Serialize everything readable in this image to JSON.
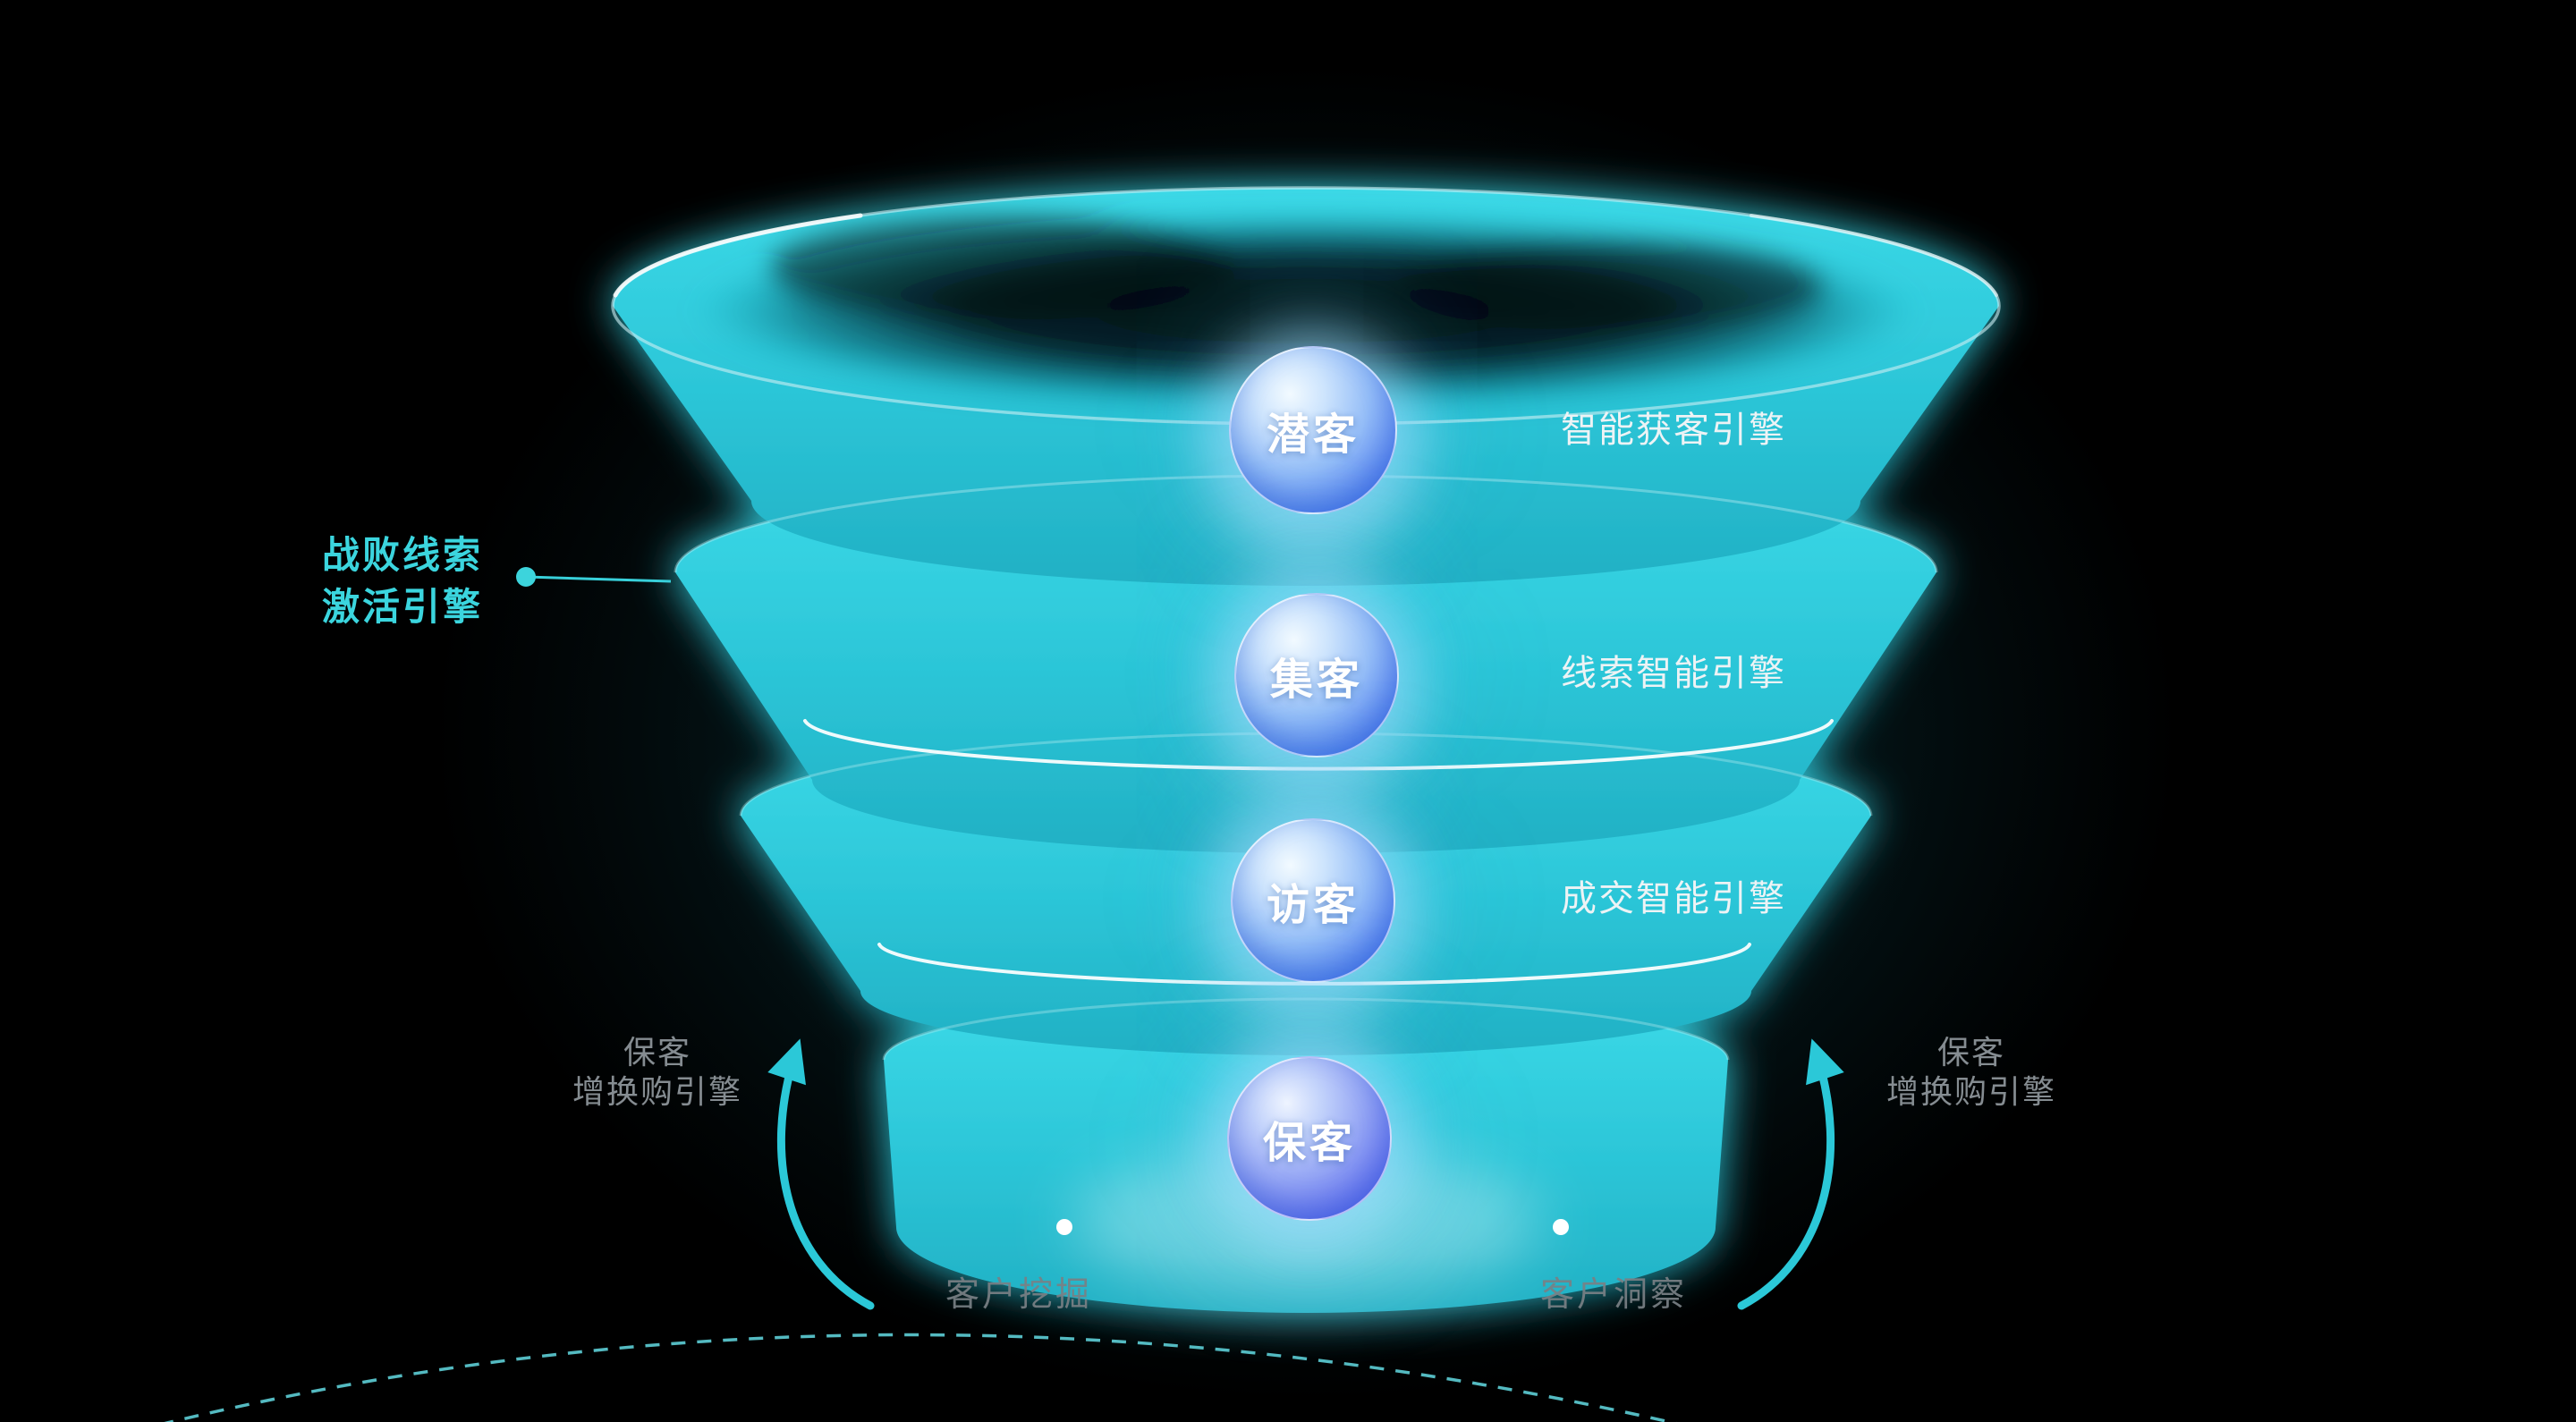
{
  "stages": [
    {
      "label": "潜客",
      "engine": "智能获客引擎"
    },
    {
      "label": "集客",
      "engine": "线索智能引擎"
    },
    {
      "label": "访客",
      "engine": "成交智能引擎"
    },
    {
      "label": "保客"
    }
  ],
  "callout_left": {
    "line1": "战败线索",
    "line2": "激活引擎"
  },
  "retention_left": {
    "line1": "保客",
    "line2": "增换购引擎"
  },
  "retention_right": {
    "line1": "保客",
    "line2": "增换购引擎"
  },
  "bottom_labels": {
    "left": "客户挖掘",
    "right": "客户洞察"
  },
  "colors": {
    "background": "#000000",
    "funnel_teal": "#2cc6d8",
    "accent_cyan": "#38d0da",
    "badge_blue": "#4f7def",
    "badge_indigo": "#5c6aee",
    "label_white": "#edf3f5",
    "label_gray": "#8d9499"
  }
}
